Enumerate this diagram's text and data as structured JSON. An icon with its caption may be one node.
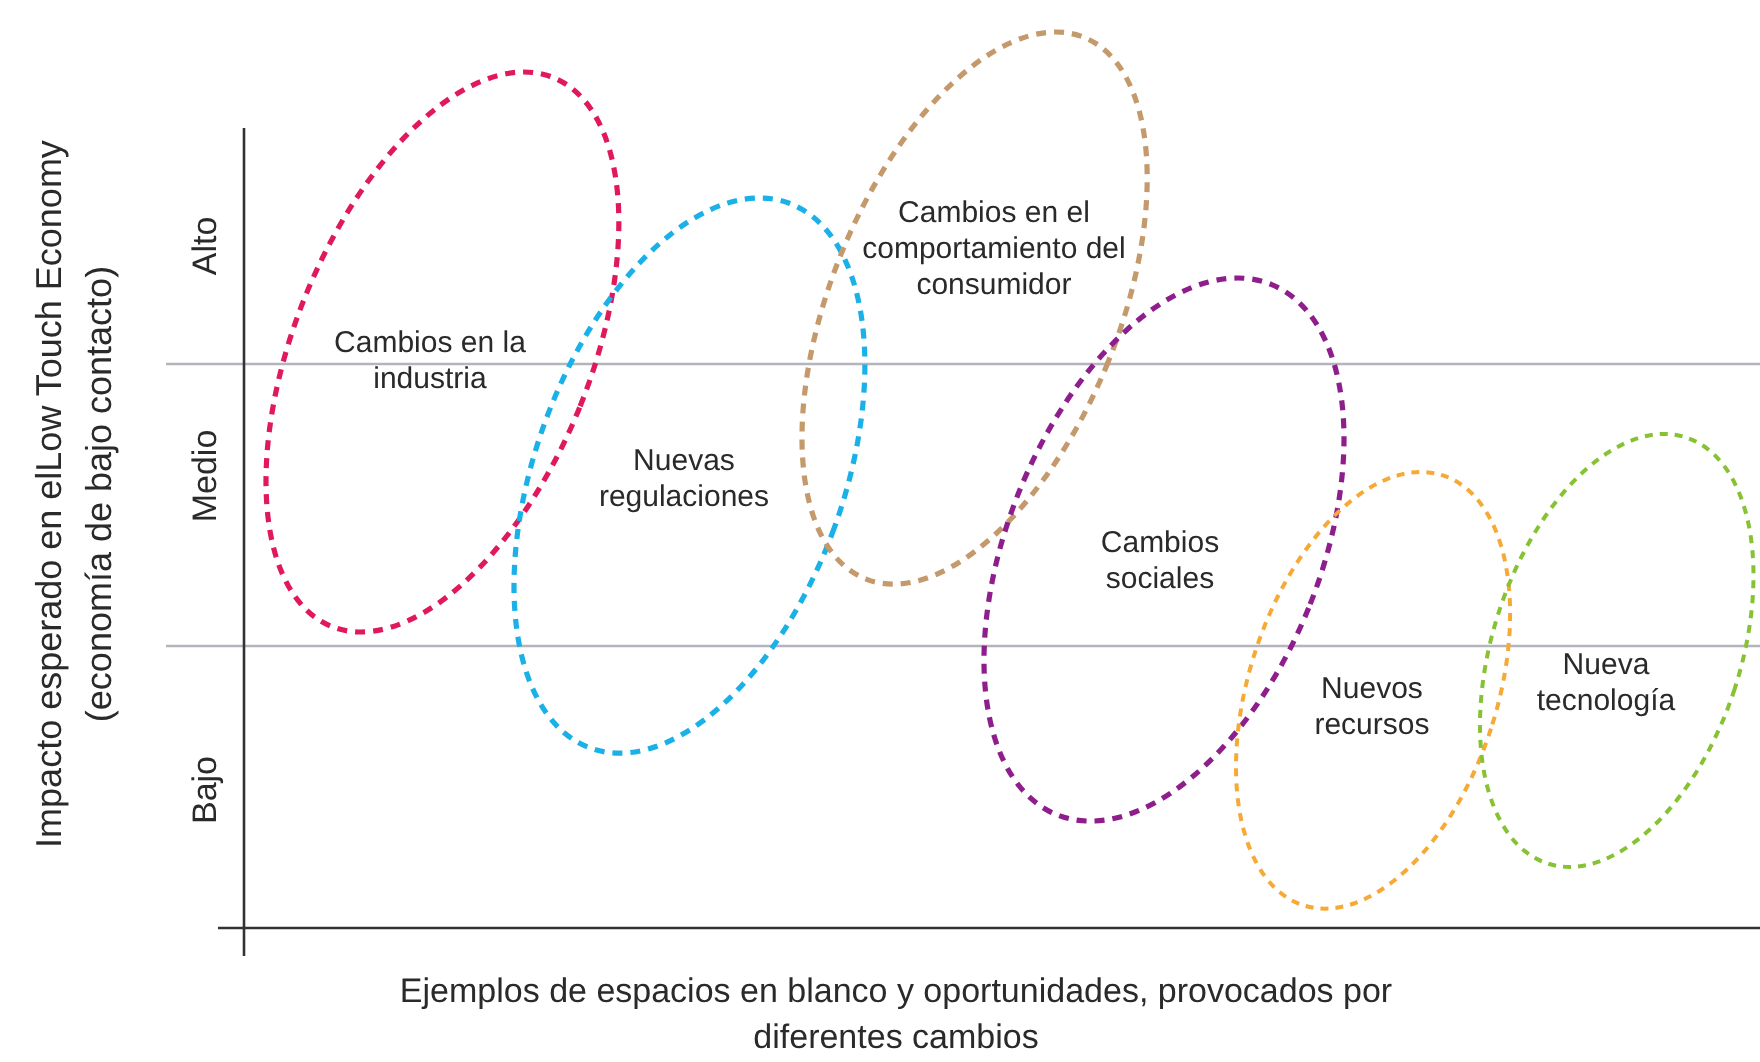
{
  "diagram": {
    "nodes": [
      {
        "text": [
          "Cambios en la industria"
        ]
      },
      {
        "text": [
          "Nuevas regulaciones"
        ]
      },
      {
        "text": [
          "Cambios en el comportamiento del consumidor"
        ]
      },
      {
        "text": [
          "Cambios sociales"
        ]
      },
      {
        "text": [
          "Nuevos recursos"
        ]
      },
      {
        "text": [
          "Nueva tecnología"
        ]
      }
    ],
    "edges": [],
    "labels": [
      "Impacto esperado en elLow Touch Economy",
      "(economía de bajo contacto)",
      "Alto",
      "Medio",
      "Bajo",
      "Ejemplos de espacios en blanco y oportunidades, provocados por diferentes cambios"
    ]
  }
}
